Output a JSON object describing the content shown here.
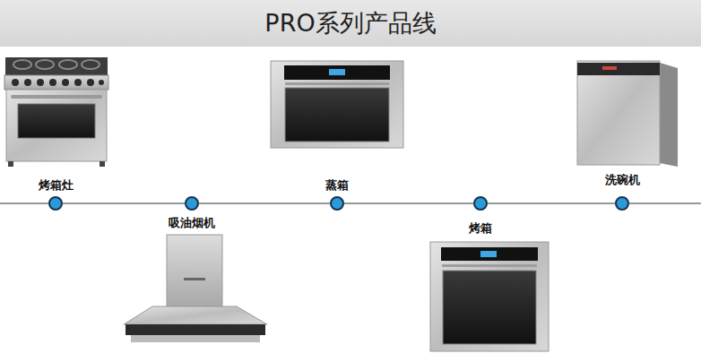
{
  "diagram": {
    "title": "PRO系列产品线",
    "nodes": [
      {
        "text": [
          "烤箱灶"
        ]
      },
      {
        "text": [
          "吸油烟机"
        ]
      },
      {
        "text": [
          "蒸箱"
        ]
      },
      {
        "text": [
          "烤箱"
        ]
      },
      {
        "text": [
          "洗碗机"
        ]
      }
    ],
    "edges": [
      {
        "from": 0,
        "to": 1,
        "arrow": "none"
      },
      {
        "from": 1,
        "to": 2,
        "arrow": "none"
      },
      {
        "from": 2,
        "to": 3,
        "arrow": "none"
      },
      {
        "from": 3,
        "to": 4,
        "arrow": "none"
      }
    ]
  }
}
